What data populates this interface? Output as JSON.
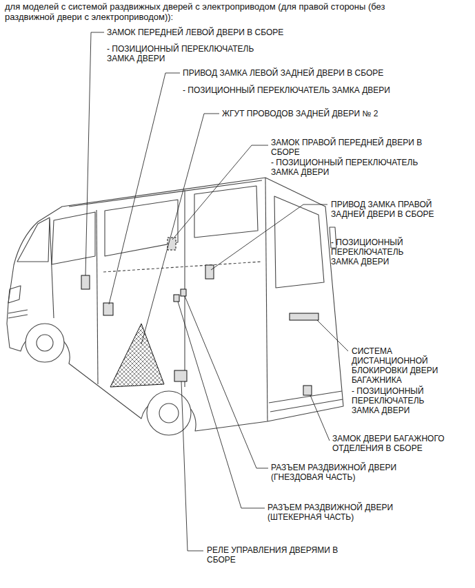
{
  "diagram": {
    "title": "для моделей с системой раздвижных дверей с электроприводом (для правой стороны (без раздвижной двери с электроприводом)):",
    "labels": [
      "ЗАМОК ПЕРЕДНЕЙ ЛЕВОЙ ДВЕРИ В СБОРЕ",
      "- ПОЗИЦИОННЫЙ ПЕРЕКЛЮЧАТЕЛЬ ЗАМКА ДВЕРИ",
      "ПРИВОД ЗАМКА ЛЕВОЙ ЗАДНЕЙ ДВЕРИ В СБОРЕ",
      "- ПОЗИЦИОННЫЙ ПЕРЕКЛЮЧАТЕЛЬ ЗАМКА ДВЕРИ",
      "ЖГУТ ПРОВОДОВ ЗАДНЕЙ ДВЕРИ № 2",
      "ЗАМОК ПРАВОЙ ПЕРЕДНЕЙ ДВЕРИ В СБОРЕ",
      "- ПОЗИЦИОННЫЙ ПЕРЕКЛЮЧАТЕЛЬ ЗАМКА ДВЕРИ",
      "ПРИВОД ЗАМКА ПРАВОЙ ЗАДНЕЙ ДВЕРИ В СБОРЕ",
      "- ПОЗИЦИОННЫЙ ПЕРЕКЛЮЧАТЕЛЬ ЗАМКА ДВЕРИ",
      "СИСТЕМА ДИСТАНЦИОННОЙ БЛОКИРОВКИ ДВЕРИ БАГАЖНИКА",
      "- ПОЗИЦИОННЫЙ ПЕРЕКЛЮЧАТЕЛЬ ЗАМКА ДВЕРИ",
      "ЗАМОК ДВЕРИ БАГАЖНОГО ОТДЕЛЕНИЯ В СБОРЕ",
      "РАЗЪЕМ РАЗДВИЖНОЙ ДВЕРИ (ГНЕЗДОВАЯ ЧАСТЬ)",
      "РАЗЪЕМ РАЗДВИЖНОЙ ДВЕРИ (ШТЕКЕРНАЯ ЧАСТЬ)",
      "РЕЛЕ УПРАВЛЕНИЯ ДВЕРЯМИ В СБОРЕ"
    ]
  }
}
